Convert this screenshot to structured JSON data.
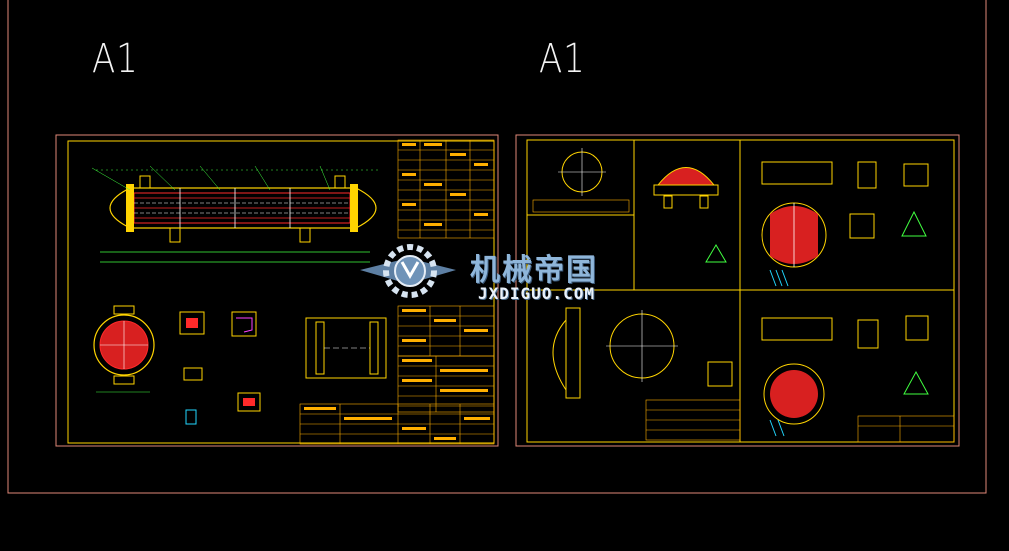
{
  "sheets": [
    {
      "id": "left",
      "label": "A1"
    },
    {
      "id": "right",
      "label": "A1"
    }
  ],
  "watermark": {
    "text_cn": "机械帝国",
    "text_en": "JXDIGUO.COM",
    "icon": "gear-logo-icon"
  },
  "colors": {
    "background": "#000000",
    "frame": "#e08878",
    "sheet_border": "#ffd400",
    "drawing_red": "#ff2a2a",
    "drawing_white": "#ffffff",
    "drawing_cyan": "#22d8ff",
    "drawing_green": "#40ff40",
    "drawing_magenta": "#ff40ff",
    "table_text": "#ffb000"
  }
}
